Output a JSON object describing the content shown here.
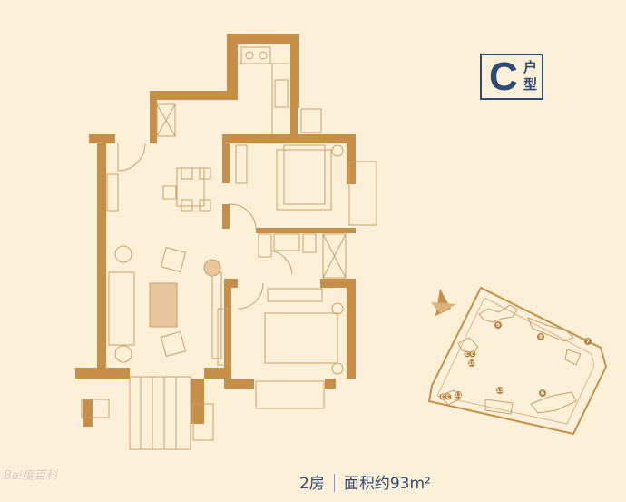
{
  "plan_type": {
    "letter": "C",
    "suffix": "户型"
  },
  "caption": {
    "rooms": "2房",
    "area": "面积约93m²"
  },
  "site_map": {
    "building_labels": [
      "9",
      "8",
      "7",
      "C",
      "C",
      "10",
      "15",
      "6",
      "C",
      "C",
      "11"
    ]
  },
  "watermark": "Bai度百科",
  "colors": {
    "background": "#fdf0d9",
    "wall": "#c58f4a",
    "line": "#c9a06a",
    "accent": "#2e4a78"
  }
}
